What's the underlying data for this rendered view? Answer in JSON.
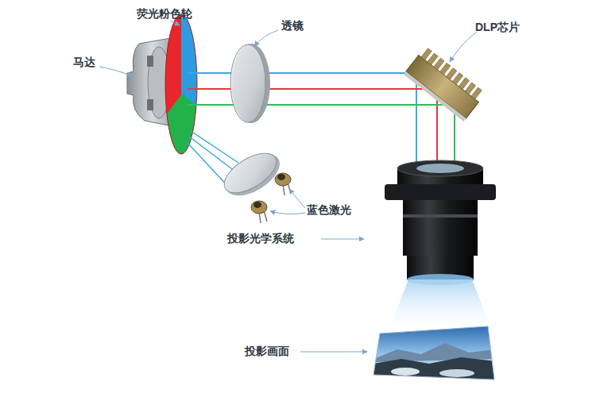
{
  "diagram": {
    "labels": [
      "荧光粉色轮",
      "马达",
      "透镜",
      "DLP芯片",
      "蓝色激光",
      "投影光学系统",
      "投影画面"
    ]
  }
}
